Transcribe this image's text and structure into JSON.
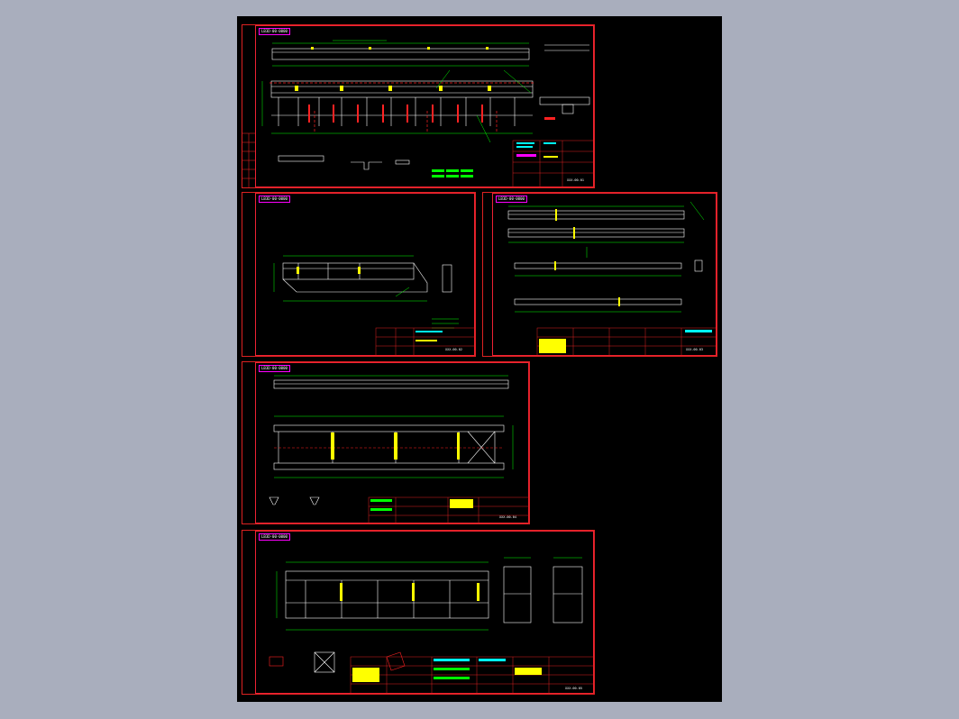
{
  "colors": {
    "background": "#a9aebd",
    "model_space": "#000000",
    "frame": "#dd2222",
    "white": "#ffffff",
    "yellow": "#ffff00",
    "green": "#00ff00",
    "cyan": "#00ffff",
    "red": "#ff2020",
    "magenta": "#ff00ff"
  },
  "sheets": [
    {
      "id": "sheet-1",
      "title": "LB3D-00-0000",
      "code": "XXX.00.01"
    },
    {
      "id": "sheet-2",
      "title": "LB3D-00-0000",
      "code": "XXX.00.02"
    },
    {
      "id": "sheet-3",
      "title": "LB3D-00-0000",
      "code": "XXX.00.03"
    },
    {
      "id": "sheet-4",
      "title": "LB3D-00-0000",
      "code": "XXX.00.04"
    },
    {
      "id": "sheet-5",
      "title": "LB3D-00-0000",
      "code": "XXX.00.05"
    }
  ]
}
